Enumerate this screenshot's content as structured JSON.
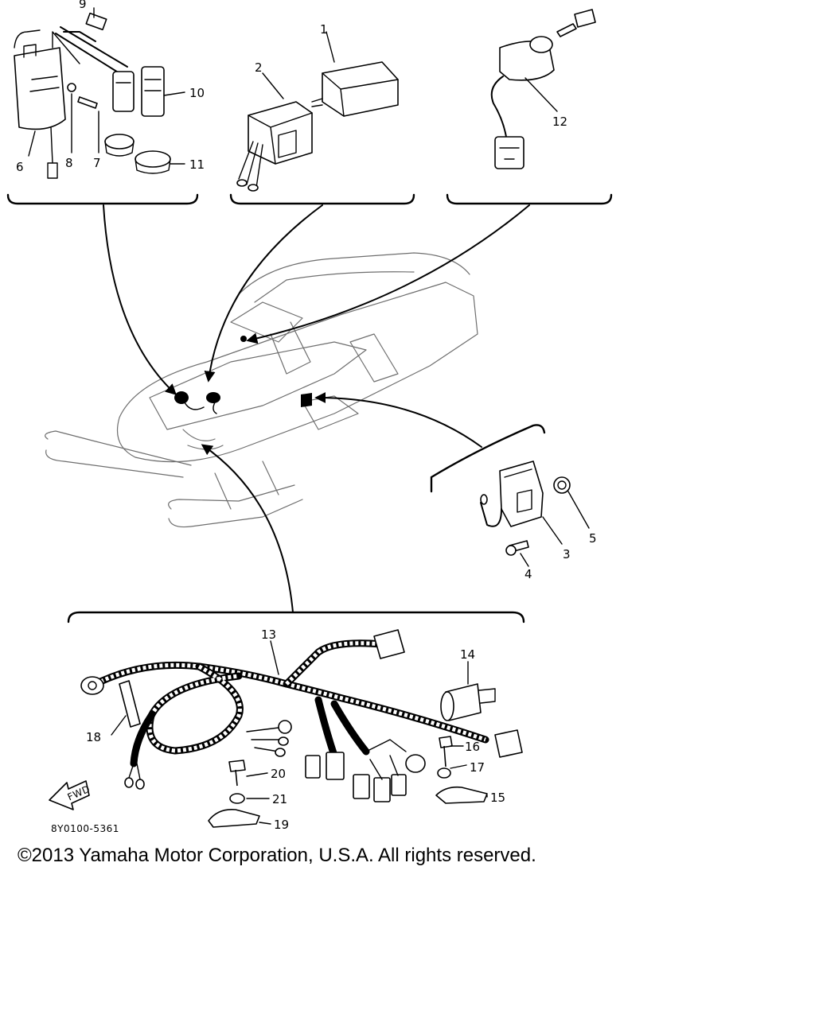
{
  "diagram": {
    "callouts": [
      "1",
      "2",
      "3",
      "4",
      "5",
      "6",
      "7",
      "8",
      "9",
      "10",
      "11",
      "12",
      "13",
      "14",
      "15",
      "16",
      "17",
      "18",
      "19",
      "20",
      "21"
    ],
    "drawing_code": "8Y0100-5361",
    "fwd_label": "FWD"
  },
  "footer": {
    "copyright": "©2013 Yamaha Motor Corporation, U.S.A. All rights reserved."
  }
}
